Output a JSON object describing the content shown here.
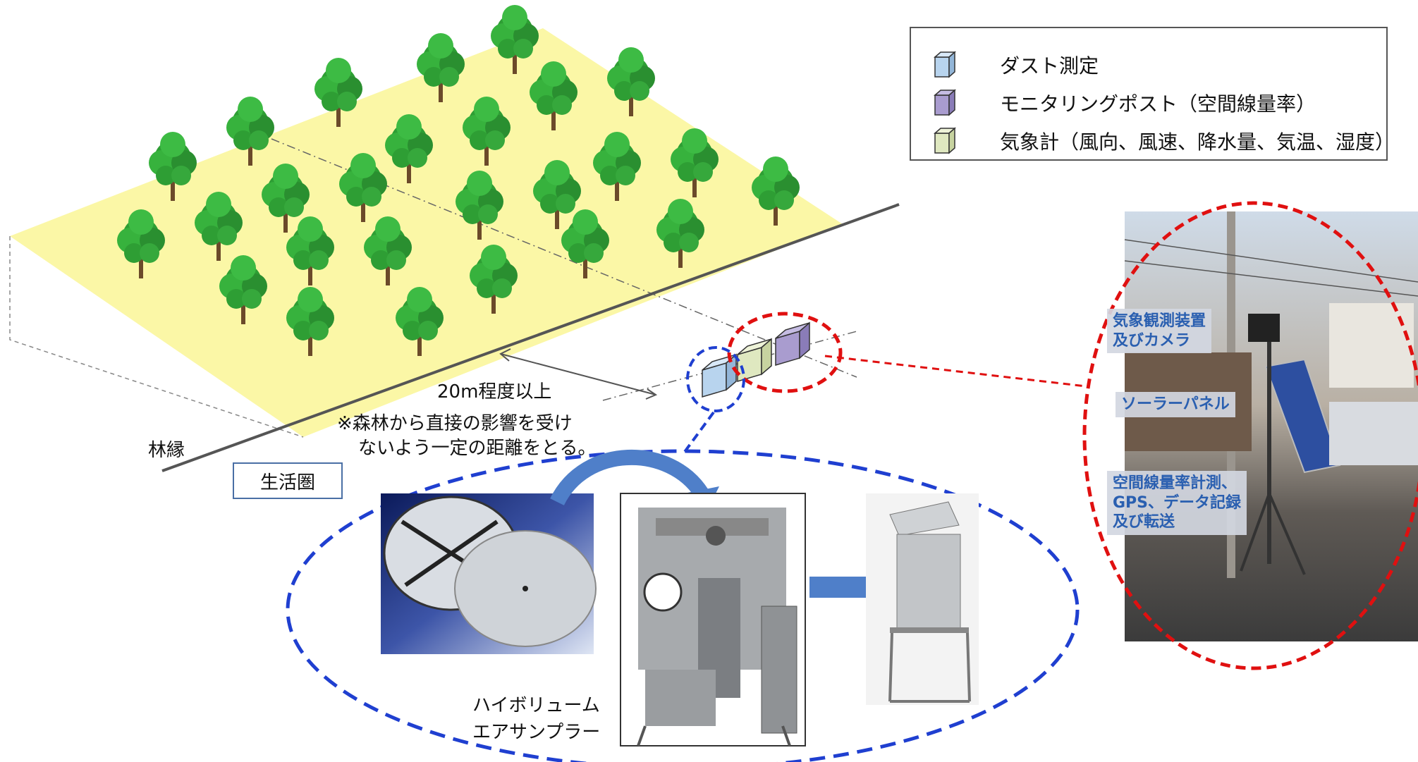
{
  "legend": {
    "items": [
      {
        "label": "ダスト測定",
        "color": "#b8d4ee"
      },
      {
        "label": "モニタリングポスト（空間線量率）",
        "color": "#a99ccf"
      },
      {
        "label": "気象計（風向、風速、降水量、気温、湿度）",
        "color": "#dfe8c0"
      }
    ]
  },
  "diagram": {
    "distance_label": "20m程度以上",
    "note_line1": "※森林から直接の影響を受け",
    "note_line2": "ないよう一定の距離をとる。",
    "forest_edge_label": "林縁",
    "living_area_label": "生活圏",
    "sampler_line1": "ハイボリューム",
    "sampler_line2": "エアサンプラー"
  },
  "photo": {
    "label_weather": "気象観測装置\n及びカメラ",
    "label_solar": "ソーラーパネル",
    "label_dose": "空間線量率計測、\nGPS、データ記録\n及び転送"
  },
  "colors": {
    "forest_floor": "#fbf7a6",
    "tree_green": "#2e9e34",
    "red_dash": "#e01010",
    "blue_dash": "#1f3fd0",
    "arrow_blue": "#4f7fc9"
  }
}
